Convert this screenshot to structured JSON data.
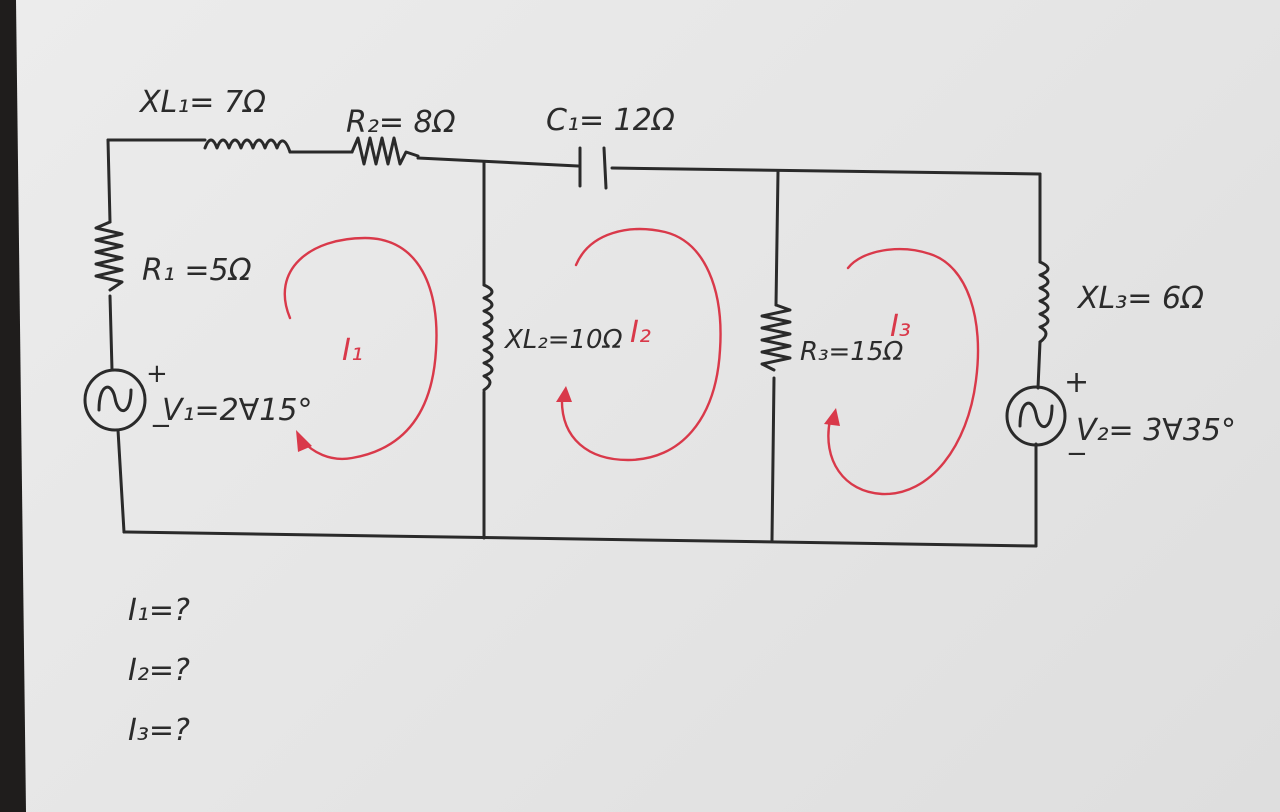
{
  "diagram": {
    "labels": {
      "xl1": "XL₁= 7Ω",
      "r2": "R₂= 8Ω",
      "c1": "C₁= 12Ω",
      "r1": "R₁ =5Ω",
      "xl2": "XL₂=10Ω",
      "r3": "R₃=15Ω",
      "xl3": "XL₃= 6Ω",
      "v1": "V₁=2∀15°",
      "v2": "V₂= 3∀35°",
      "v1_plus": "+",
      "v1_minus": "−",
      "v2_plus": "+",
      "v2_minus": "−"
    },
    "loops": [
      {
        "label": "I₁"
      },
      {
        "label": "I₂"
      },
      {
        "label": "I₃"
      }
    ],
    "questions": [
      "I₁=?",
      "I₂=?",
      "I₃=?"
    ]
  }
}
